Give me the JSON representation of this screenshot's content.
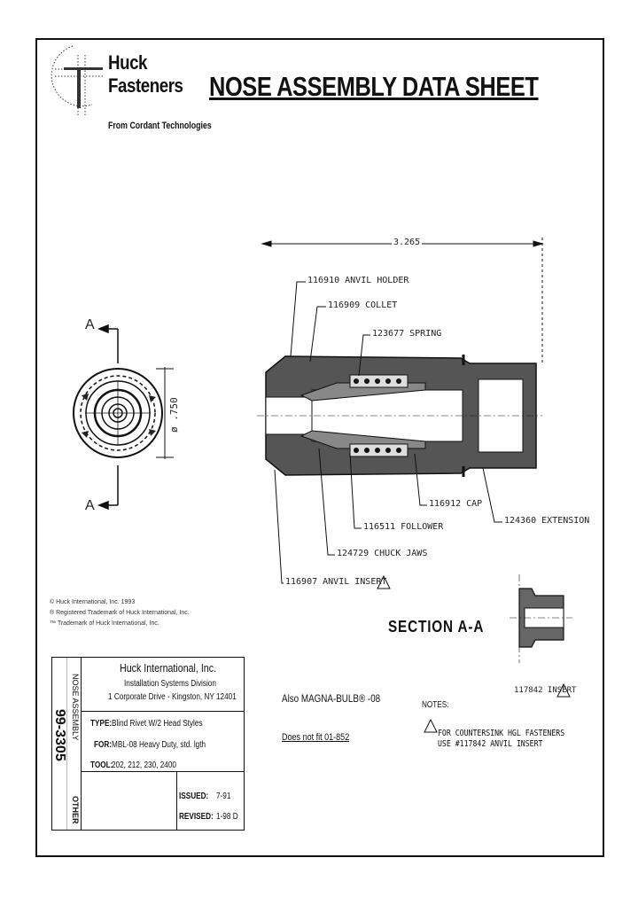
{
  "header": {
    "logo_line1": "Huck",
    "logo_line2": "Fasteners",
    "logo_sub": "From Cordant Technologies",
    "title": "NOSE ASSEMBLY DATA SHEET"
  },
  "drawing": {
    "dimension_overall": "3.265",
    "dimension_diameter": "ø .750",
    "section_mark": "A",
    "callouts": {
      "anvil_holder": "116910 ANVIL HOLDER",
      "collet": "116909 COLLET",
      "spring": "123677 SPRING",
      "cap": "116912 CAP",
      "follower": "116511 FOLLOWER",
      "chuck_jaws": "124729 CHUCK JAWS",
      "anvil_insert": "116907 ANVIL INSERT",
      "extension": "124360 EXTENSION",
      "insert_alt": "117842 INSERT"
    },
    "section_label": "SECTION  A-A",
    "trademarks": [
      "© Huck International, Inc. 1993",
      "® Registered Trademark of Huck International, Inc.",
      "™ Trademark of Huck International, Inc."
    ]
  },
  "title_block": {
    "company": "Huck International, Inc.",
    "division": "Installation Systems Division",
    "address": "1 Corporate Drive - Kingston, NY  12401",
    "doc_number": "99-3305",
    "side_title": "NOSE ASSEMBLY",
    "side_other": "OTHER",
    "type_label": "TYPE:",
    "type_value": "Blind Rivet W/2 Head Styles",
    "for_label": "FOR:",
    "for_value": "MBL-08 Heavy Duty, std. lgth",
    "tool_label": "TOOL:",
    "tool_value": "202, 212, 230, 2400",
    "issued_label": "ISSUED:",
    "issued_value": "7-91",
    "revised_label": "REVISED:",
    "revised_value": "1-98 D"
  },
  "notes": {
    "also": "Also MAGNA-BULB® -08",
    "does_not": "Does not fit 01-852",
    "notes_label": "NOTES:",
    "note1_line1": "FOR COUNTERSINK HGL FASTENERS",
    "note1_line2": "USE #117842 ANVIL INSERT"
  }
}
